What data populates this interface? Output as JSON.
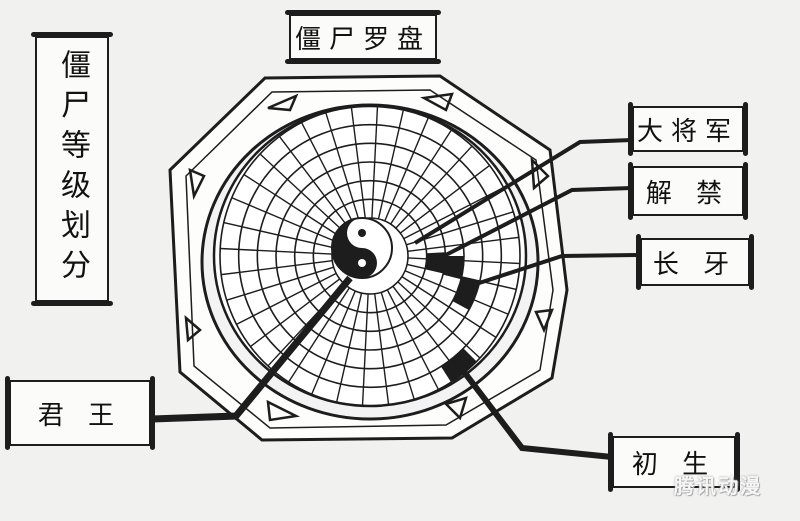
{
  "diagram": {
    "title": "僵尸罗盘",
    "side_title": "僵尸等级划分",
    "levels": [
      {
        "id": "dajiangjun",
        "label": "大将军"
      },
      {
        "id": "jiejin",
        "label": "解 禁"
      },
      {
        "id": "changya",
        "label": "长 牙"
      },
      {
        "id": "chusheng",
        "label": "初 生"
      },
      {
        "id": "junwang",
        "label": "君 王"
      }
    ],
    "watermark": "腾讯动漫",
    "colors": {
      "ink": "#1d1d1d",
      "paper": "#f1f1f0",
      "compass": "#ffffff"
    },
    "compass": {
      "rings": 7,
      "spokes": 36,
      "center_symbol": "yin-yang",
      "frame": "octagon"
    }
  }
}
